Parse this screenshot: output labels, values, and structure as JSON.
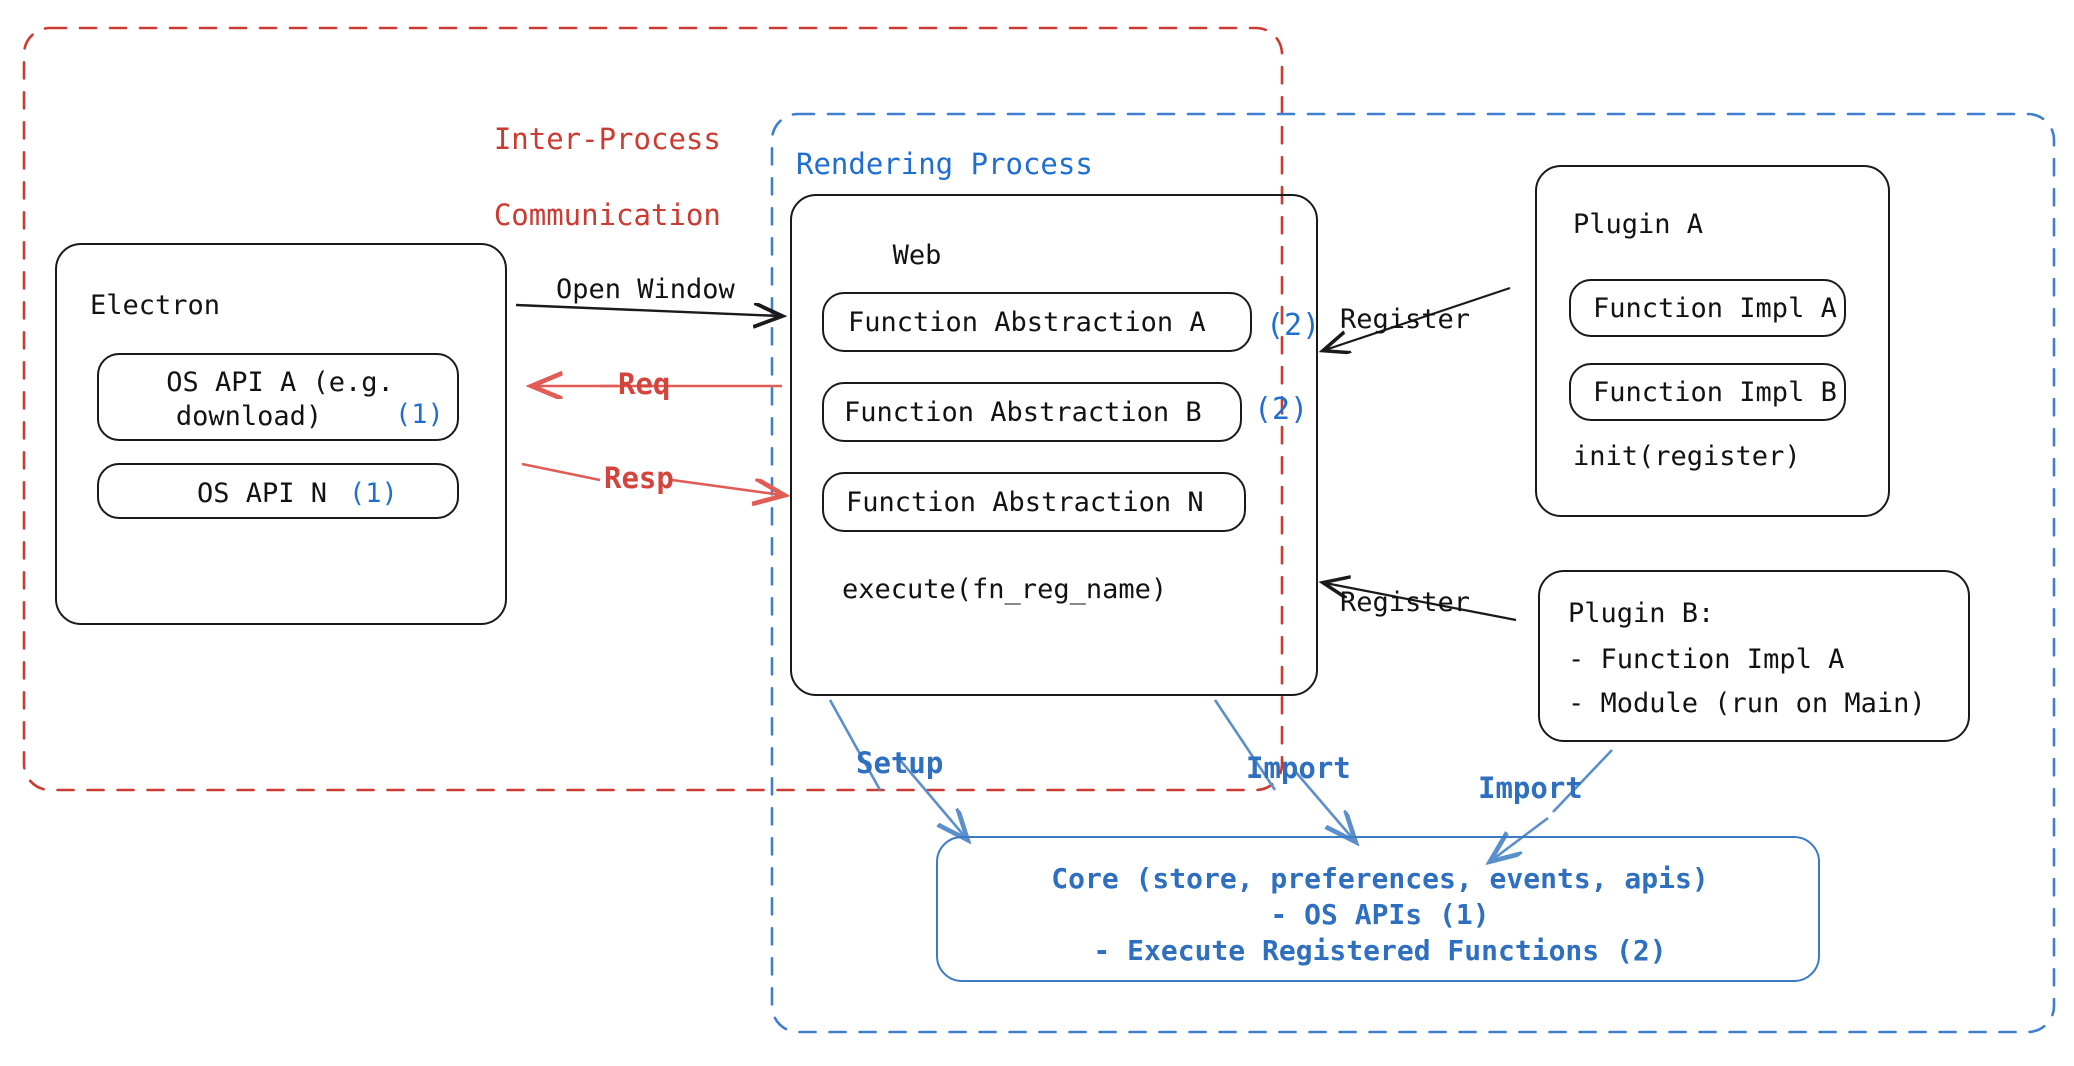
{
  "diagram": {
    "title_ipc": "Inter-Process\nCommunication",
    "title_rendering": "Rendering Process"
  },
  "containers": {
    "ipc": {
      "label": "Inter-Process Communication",
      "label_line1": "Inter-Process",
      "label_line2": "Communication",
      "color": "#cc3b33",
      "style": "dashed"
    },
    "rendering": {
      "label": "Rendering Process",
      "color": "#1f6fd0",
      "style": "dashed"
    }
  },
  "electron": {
    "title": "Electron",
    "items": [
      {
        "label": "OS API A (e.g.\ndownload)",
        "line1": "OS API A (e.g.",
        "line2": "download)",
        "marker": "(1)"
      },
      {
        "label": "OS API N",
        "marker": "(1)"
      }
    ]
  },
  "web": {
    "title": "Web",
    "items": [
      {
        "label": "Function Abstraction A",
        "marker": "(2)"
      },
      {
        "label": "Function Abstraction B",
        "marker": "(2)"
      },
      {
        "label": "Function Abstraction N",
        "marker": ""
      }
    ],
    "footer": "execute(fn_reg_name)"
  },
  "plugin_a": {
    "title": "Plugin A",
    "items": [
      {
        "label": "Function Impl A"
      },
      {
        "label": "Function Impl B"
      }
    ],
    "footer": "init(register)"
  },
  "plugin_b": {
    "title": "Plugin B:",
    "lines": [
      "- Function Impl A",
      "- Module (run on Main)"
    ]
  },
  "core": {
    "line1": "Core (store, preferences, events, apis)",
    "line2": "- OS APIs (1)",
    "line3": "- Execute Registered Functions (2)",
    "color": "#2f6fc0"
  },
  "arrows": {
    "open_window": "Open Window",
    "req": "Req",
    "resp": "Resp",
    "register_a": "Register",
    "register_b": "Register",
    "setup": "Setup",
    "import_web": "Import",
    "import_plugin_b": "Import"
  },
  "colors": {
    "ipc_red": "#cc3b33",
    "arrow_red": "#e05c55",
    "rendering_blue": "#1f6fd0",
    "core_blue": "#2f6fc0",
    "arrow_blue": "#5b8fcc",
    "node_black": "#1a1a1a",
    "marker_blue": "#1f6fd0"
  }
}
